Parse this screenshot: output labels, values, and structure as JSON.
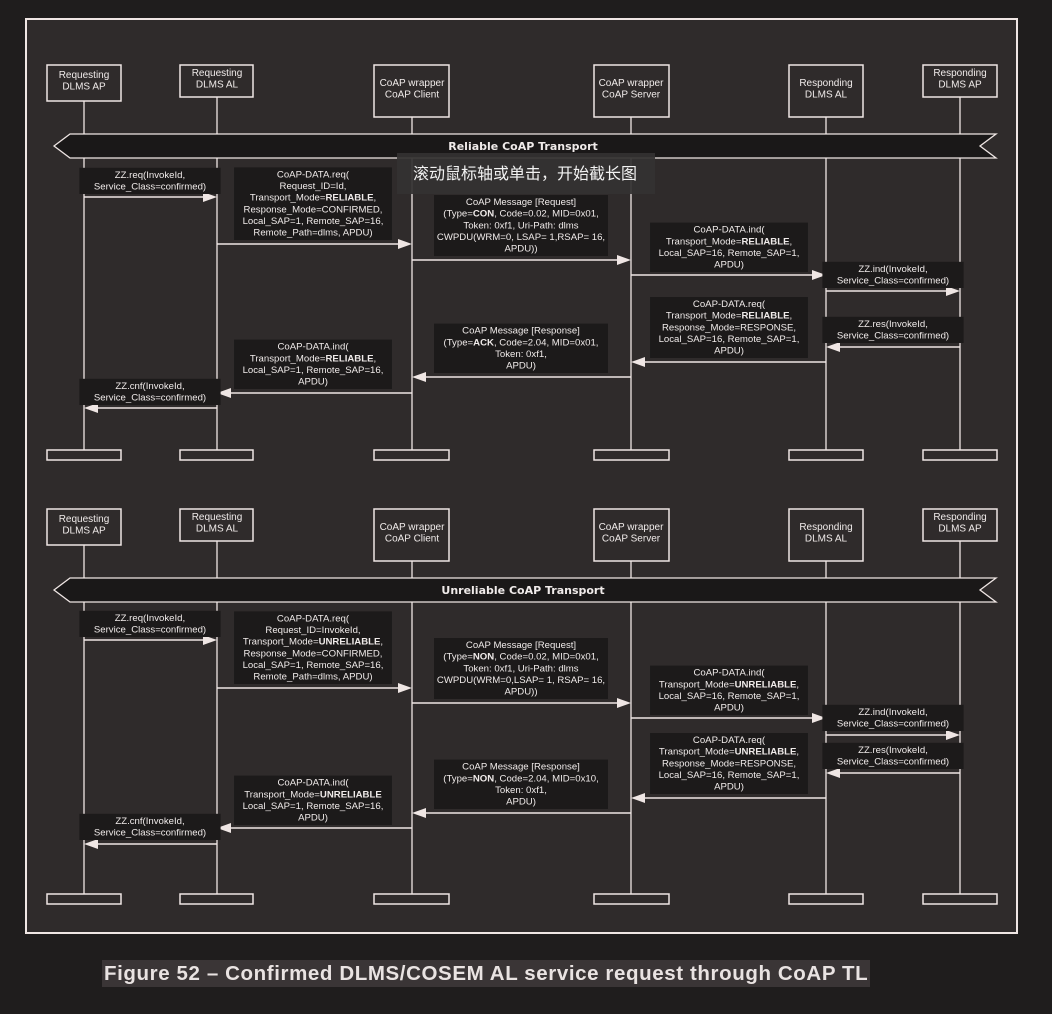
{
  "participants": [
    [
      "Requesting",
      "DLMS AP"
    ],
    [
      "Requesting",
      "DLMS AL"
    ],
    [
      "CoAP wrapper",
      "CoAP Client"
    ],
    [
      "CoAP wrapper",
      "CoAP Server"
    ],
    [
      "Responding",
      "DLMS AL"
    ],
    [
      "Responding",
      "DLMS AP"
    ]
  ],
  "diagrams": [
    {
      "transport": "Reliable CoAP Transport",
      "messages": [
        {
          "from": 0,
          "to": 1,
          "lines": [
            [
              "ZZ.req(InvokeId,"
            ],
            [
              "Service_Class=confirmed)"
            ]
          ]
        },
        {
          "from": 1,
          "to": 2,
          "lines": [
            [
              "CoAP-DATA.req("
            ],
            [
              "Request_ID=Id,"
            ],
            [
              "Transport_Mode=",
              {
                "b": "RELIABLE"
              },
              ","
            ],
            [
              "Response_Mode=CONFIRMED,"
            ],
            [
              "Local_SAP=1, Remote_SAP=16,"
            ],
            [
              "Remote_Path=dlms, APDU)"
            ]
          ]
        },
        {
          "from": 2,
          "to": 3,
          "lines": [
            [
              "CoAP Message [Request]"
            ],
            [
              "(Type=",
              {
                "b": "CON"
              },
              ", Code=0.02, MID=0x01,"
            ],
            [
              "Token: 0xf1, Uri-Path: dlms"
            ],
            [
              "CWPDU(WRM=0, LSAP= 1,RSAP= 16,"
            ],
            [
              "APDU))"
            ]
          ]
        },
        {
          "from": 3,
          "to": 4,
          "lines": [
            [
              "CoAP-DATA.ind("
            ],
            [
              "Transport_Mode=",
              {
                "b": "RELIABLE"
              },
              ","
            ],
            [
              "Local_SAP=16, Remote_SAP=1,"
            ],
            [
              "APDU)"
            ]
          ]
        },
        {
          "from": 4,
          "to": 5,
          "lines": [
            [
              "ZZ.ind(InvokeId,"
            ],
            [
              "Service_Class=confirmed)"
            ]
          ]
        },
        {
          "from": 5,
          "to": 4,
          "lines": [
            [
              "ZZ.res(InvokeId,"
            ],
            [
              "Service_Class=confirmed)"
            ]
          ]
        },
        {
          "from": 4,
          "to": 3,
          "lines": [
            [
              "CoAP-DATA.req("
            ],
            [
              "Transport_Mode=",
              {
                "b": "RELIABLE"
              },
              ","
            ],
            [
              "Response_Mode=RESPONSE,"
            ],
            [
              "Local_SAP=16, Remote_SAP=1,"
            ],
            [
              "APDU)"
            ]
          ]
        },
        {
          "from": 3,
          "to": 2,
          "lines": [
            [
              "CoAP Message [Response]"
            ],
            [
              "(Type=",
              {
                "b": "ACK"
              },
              ", Code=2.04, MID=0x01,"
            ],
            [
              "Token: 0xf1,"
            ],
            [
              "APDU)"
            ]
          ]
        },
        {
          "from": 2,
          "to": 1,
          "lines": [
            [
              "CoAP-DATA.ind("
            ],
            [
              "Transport_Mode=",
              {
                "b": "RELIABLE"
              },
              ","
            ],
            [
              "Local_SAP=1, Remote_SAP=16,"
            ],
            [
              "APDU)"
            ]
          ]
        },
        {
          "from": 1,
          "to": 0,
          "lines": [
            [
              "ZZ.cnf(InvokeId,"
            ],
            [
              "Service_Class=confirmed)"
            ]
          ]
        }
      ]
    },
    {
      "transport": "Unreliable CoAP Transport",
      "messages": [
        {
          "from": 0,
          "to": 1,
          "lines": [
            [
              "ZZ.req(InvokeId,"
            ],
            [
              "Service_Class=confirmed)"
            ]
          ]
        },
        {
          "from": 1,
          "to": 2,
          "lines": [
            [
              "CoAP-DATA.req("
            ],
            [
              "Request_ID=InvokeId,"
            ],
            [
              "Transport_Mode=",
              {
                "b": "UNRELIABLE"
              },
              ","
            ],
            [
              "Response_Mode=CONFIRMED,"
            ],
            [
              "Local_SAP=1, Remote_SAP=16,"
            ],
            [
              "Remote_Path=dlms, APDU)"
            ]
          ]
        },
        {
          "from": 2,
          "to": 3,
          "lines": [
            [
              "CoAP Message [Request]"
            ],
            [
              "(Type=",
              {
                "b": "NON"
              },
              ", Code=0.02, MID=0x01,"
            ],
            [
              "Token: 0xf1, Uri-Path: dlms"
            ],
            [
              "CWPDU(WRM=0,LSAP= 1, RSAP= 16,"
            ],
            [
              "APDU))"
            ]
          ]
        },
        {
          "from": 3,
          "to": 4,
          "lines": [
            [
              "CoAP-DATA.ind("
            ],
            [
              "Transport_Mode=",
              {
                "b": "UNRELIABLE"
              },
              ","
            ],
            [
              "Local_SAP=16, Remote_SAP=1,"
            ],
            [
              "APDU)"
            ]
          ]
        },
        {
          "from": 4,
          "to": 5,
          "lines": [
            [
              "ZZ.ind(InvokeId,"
            ],
            [
              "Service_Class=confirmed)"
            ]
          ]
        },
        {
          "from": 5,
          "to": 4,
          "lines": [
            [
              "ZZ.res(InvokeId,"
            ],
            [
              "Service_Class=confirmed)"
            ]
          ]
        },
        {
          "from": 4,
          "to": 3,
          "lines": [
            [
              "CoAP-DATA.req("
            ],
            [
              "Transport_Mode=",
              {
                "b": "UNRELIABLE"
              },
              ","
            ],
            [
              "Response_Mode=RESPONSE,"
            ],
            [
              "Local_SAP=16, Remote_SAP=1,"
            ],
            [
              "APDU)"
            ]
          ]
        },
        {
          "from": 3,
          "to": 2,
          "lines": [
            [
              "CoAP Message [Response]"
            ],
            [
              "(Type=",
              {
                "b": "NON"
              },
              ", Code=2.04, MID=0x10,"
            ],
            [
              "Token: 0xf1,"
            ],
            [
              "APDU)"
            ]
          ]
        },
        {
          "from": 2,
          "to": 1,
          "lines": [
            [
              "CoAP-DATA.ind("
            ],
            [
              "Transport_Mode=",
              {
                "b": "UNRELIABLE"
              }
            ],
            [
              "Local_SAP=1, Remote_SAP=16,"
            ],
            [
              "APDU)"
            ]
          ]
        },
        {
          "from": 1,
          "to": 0,
          "lines": [
            [
              "ZZ.cnf(InvokeId,"
            ],
            [
              "Service_Class=confirmed)"
            ]
          ]
        }
      ]
    }
  ],
  "caption": "Figure 52 – Confirmed DLMS/COSEM AL service request through CoAP TL",
  "overlay_toast": "滚动鼠标轴或单击，开始截长图",
  "colors": {
    "line": "#efe6e4",
    "panel": "#2f2b2b",
    "label_bg": "#1c1a1a",
    "text": "#f0ebea"
  }
}
